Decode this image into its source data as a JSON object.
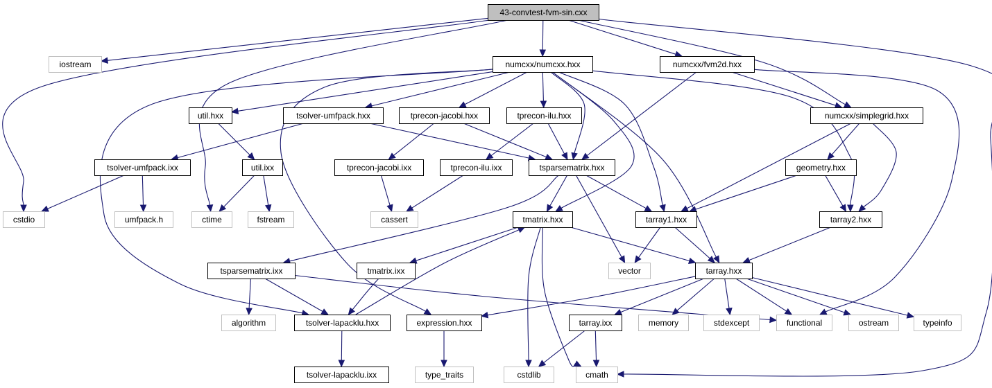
{
  "title": "43-convtest-fvm-sin.cxx",
  "colors": {
    "edge": "#191970",
    "root_fill": "#bfbfbf",
    "project_border": "#000000",
    "system_border": "#bfbfbf"
  },
  "nodes": [
    {
      "id": "root",
      "label": "43-convtest-fvm-sin.cxx",
      "kind": "root"
    },
    {
      "id": "iostream",
      "label": "iostream",
      "kind": "system"
    },
    {
      "id": "numcxx_hxx",
      "label": "numcxx/numcxx.hxx",
      "kind": "project"
    },
    {
      "id": "fvm2d",
      "label": "numcxx/fvm2d.hxx",
      "kind": "project"
    },
    {
      "id": "util_hxx",
      "label": "util.hxx",
      "kind": "project"
    },
    {
      "id": "tsolver_umf_hxx",
      "label": "tsolver-umfpack.hxx",
      "kind": "project"
    },
    {
      "id": "tprecon_jac_hxx",
      "label": "tprecon-jacobi.hxx",
      "kind": "project"
    },
    {
      "id": "tprecon_ilu_hxx",
      "label": "tprecon-ilu.hxx",
      "kind": "project"
    },
    {
      "id": "simplegrid",
      "label": "numcxx/simplegrid.hxx",
      "kind": "project"
    },
    {
      "id": "tsolver_umf_ixx",
      "label": "tsolver-umfpack.ixx",
      "kind": "project"
    },
    {
      "id": "util_ixx",
      "label": "util.ixx",
      "kind": "project"
    },
    {
      "id": "tprecon_jac_ixx",
      "label": "tprecon-jacobi.ixx",
      "kind": "project"
    },
    {
      "id": "tprecon_ilu_ixx",
      "label": "tprecon-ilu.ixx",
      "kind": "project"
    },
    {
      "id": "tsparse_hxx",
      "label": "tsparsematrix.hxx",
      "kind": "project"
    },
    {
      "id": "geometry",
      "label": "geometry.hxx",
      "kind": "project"
    },
    {
      "id": "cstdio",
      "label": "cstdio",
      "kind": "system"
    },
    {
      "id": "umfpack",
      "label": "umfpack.h",
      "kind": "system"
    },
    {
      "id": "ctime",
      "label": "ctime",
      "kind": "system"
    },
    {
      "id": "fstream",
      "label": "fstream",
      "kind": "system"
    },
    {
      "id": "cassert",
      "label": "cassert",
      "kind": "system"
    },
    {
      "id": "tmatrix_hxx",
      "label": "tmatrix.hxx",
      "kind": "project"
    },
    {
      "id": "tarray1",
      "label": "tarray1.hxx",
      "kind": "project"
    },
    {
      "id": "tarray2",
      "label": "tarray2.hxx",
      "kind": "project"
    },
    {
      "id": "tsparse_ixx",
      "label": "tsparsematrix.ixx",
      "kind": "project"
    },
    {
      "id": "tmatrix_ixx",
      "label": "tmatrix.ixx",
      "kind": "project"
    },
    {
      "id": "vector",
      "label": "vector",
      "kind": "system"
    },
    {
      "id": "tarray_hxx",
      "label": "tarray.hxx",
      "kind": "project"
    },
    {
      "id": "algorithm",
      "label": "algorithm",
      "kind": "system"
    },
    {
      "id": "tsolver_lap_hxx",
      "label": "tsolver-lapacklu.hxx",
      "kind": "project"
    },
    {
      "id": "expression",
      "label": "expression.hxx",
      "kind": "project"
    },
    {
      "id": "tarray_ixx",
      "label": "tarray.ixx",
      "kind": "project"
    },
    {
      "id": "memory",
      "label": "memory",
      "kind": "system"
    },
    {
      "id": "stdexcept",
      "label": "stdexcept",
      "kind": "system"
    },
    {
      "id": "functional",
      "label": "functional",
      "kind": "system"
    },
    {
      "id": "ostream",
      "label": "ostream",
      "kind": "system"
    },
    {
      "id": "typeinfo",
      "label": "typeinfo",
      "kind": "system"
    },
    {
      "id": "tsolver_lap_ixx",
      "label": "tsolver-lapacklu.ixx",
      "kind": "project"
    },
    {
      "id": "type_traits",
      "label": "type_traits",
      "kind": "system"
    },
    {
      "id": "cstdlib",
      "label": "cstdlib",
      "kind": "system"
    },
    {
      "id": "cmath",
      "label": "cmath",
      "kind": "system"
    }
  ],
  "edges": [
    {
      "from": "root",
      "to": "iostream"
    },
    {
      "from": "root",
      "to": "numcxx_hxx"
    },
    {
      "from": "root",
      "to": "fvm2d"
    },
    {
      "from": "root",
      "to": "simplegrid"
    },
    {
      "from": "root",
      "to": "cstdio"
    },
    {
      "from": "root",
      "to": "ctime"
    },
    {
      "from": "root",
      "to": "cmath"
    },
    {
      "from": "numcxx_hxx",
      "to": "util_hxx"
    },
    {
      "from": "numcxx_hxx",
      "to": "tsolver_umf_hxx"
    },
    {
      "from": "numcxx_hxx",
      "to": "tprecon_jac_hxx"
    },
    {
      "from": "numcxx_hxx",
      "to": "tprecon_ilu_hxx"
    },
    {
      "from": "numcxx_hxx",
      "to": "tsparse_hxx"
    },
    {
      "from": "numcxx_hxx",
      "to": "tmatrix_hxx"
    },
    {
      "from": "numcxx_hxx",
      "to": "tarray1"
    },
    {
      "from": "numcxx_hxx",
      "to": "tarray2"
    },
    {
      "from": "numcxx_hxx",
      "to": "tarray_hxx"
    },
    {
      "from": "numcxx_hxx",
      "to": "tsolver_lap_hxx"
    },
    {
      "from": "numcxx_hxx",
      "to": "expression"
    },
    {
      "from": "fvm2d",
      "to": "simplegrid"
    },
    {
      "from": "fvm2d",
      "to": "tsparse_hxx"
    },
    {
      "from": "fvm2d",
      "to": "functional"
    },
    {
      "from": "util_hxx",
      "to": "util_ixx"
    },
    {
      "from": "tsolver_umf_hxx",
      "to": "tsolver_umf_ixx"
    },
    {
      "from": "tsolver_umf_hxx",
      "to": "tsparse_hxx"
    },
    {
      "from": "tprecon_jac_hxx",
      "to": "tprecon_jac_ixx"
    },
    {
      "from": "tprecon_jac_hxx",
      "to": "tsparse_hxx"
    },
    {
      "from": "tprecon_ilu_hxx",
      "to": "tprecon_ilu_ixx"
    },
    {
      "from": "tprecon_ilu_hxx",
      "to": "tsparse_hxx"
    },
    {
      "from": "simplegrid",
      "to": "geometry"
    },
    {
      "from": "simplegrid",
      "to": "tarray1"
    },
    {
      "from": "simplegrid",
      "to": "tarray2"
    },
    {
      "from": "tsolver_umf_ixx",
      "to": "cstdio"
    },
    {
      "from": "tsolver_umf_ixx",
      "to": "umfpack"
    },
    {
      "from": "util_ixx",
      "to": "ctime"
    },
    {
      "from": "util_ixx",
      "to": "fstream"
    },
    {
      "from": "tprecon_jac_ixx",
      "to": "cassert"
    },
    {
      "from": "tprecon_ilu_ixx",
      "to": "cassert"
    },
    {
      "from": "tsparse_hxx",
      "to": "tmatrix_hxx"
    },
    {
      "from": "tsparse_hxx",
      "to": "tarray1"
    },
    {
      "from": "tsparse_hxx",
      "to": "vector"
    },
    {
      "from": "tsparse_hxx",
      "to": "tsparse_ixx"
    },
    {
      "from": "geometry",
      "to": "tarray1"
    },
    {
      "from": "geometry",
      "to": "tarray2"
    },
    {
      "from": "tmatrix_hxx",
      "to": "tmatrix_ixx"
    },
    {
      "from": "tmatrix_hxx",
      "to": "tarray_hxx"
    },
    {
      "from": "tmatrix_hxx",
      "to": "cstdlib"
    },
    {
      "from": "tmatrix_hxx",
      "to": "cmath"
    },
    {
      "from": "tarray1",
      "to": "vector"
    },
    {
      "from": "tarray1",
      "to": "tarray_hxx"
    },
    {
      "from": "tarray2",
      "to": "tarray_hxx"
    },
    {
      "from": "tsparse_ixx",
      "to": "algorithm"
    },
    {
      "from": "tsparse_ixx",
      "to": "tsolver_lap_hxx"
    },
    {
      "from": "tsparse_ixx",
      "to": "functional"
    },
    {
      "from": "tmatrix_ixx",
      "to": "tsolver_lap_hxx"
    },
    {
      "from": "tsolver_lap_hxx",
      "to": "tmatrix_hxx"
    },
    {
      "from": "tsolver_lap_hxx",
      "to": "tsolver_lap_ixx"
    },
    {
      "from": "tarray_hxx",
      "to": "expression"
    },
    {
      "from": "tarray_hxx",
      "to": "tarray_ixx"
    },
    {
      "from": "tarray_hxx",
      "to": "memory"
    },
    {
      "from": "tarray_hxx",
      "to": "stdexcept"
    },
    {
      "from": "tarray_hxx",
      "to": "functional"
    },
    {
      "from": "tarray_hxx",
      "to": "ostream"
    },
    {
      "from": "tarray_hxx",
      "to": "typeinfo"
    },
    {
      "from": "expression",
      "to": "type_traits"
    },
    {
      "from": "tarray_ixx",
      "to": "cstdlib"
    },
    {
      "from": "tarray_ixx",
      "to": "cmath"
    }
  ]
}
